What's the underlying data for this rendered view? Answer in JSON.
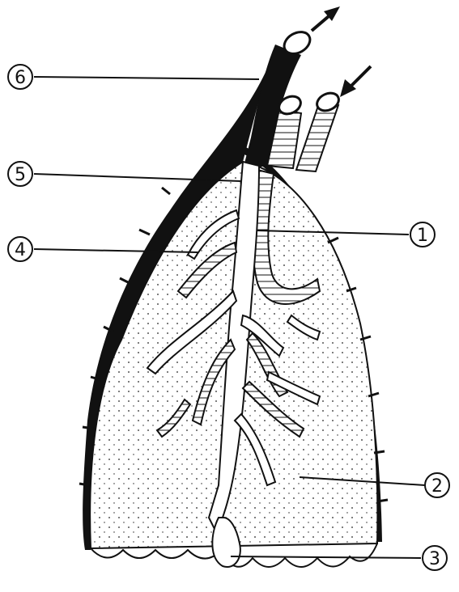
{
  "labels": {
    "l1": "1",
    "l2": "2",
    "l3": "3",
    "l4": "4",
    "l5": "5",
    "l6": "6"
  },
  "colors": {
    "ink": "#111111",
    "paper": "#ffffff",
    "fill_stipple": "#f4f4f4"
  }
}
